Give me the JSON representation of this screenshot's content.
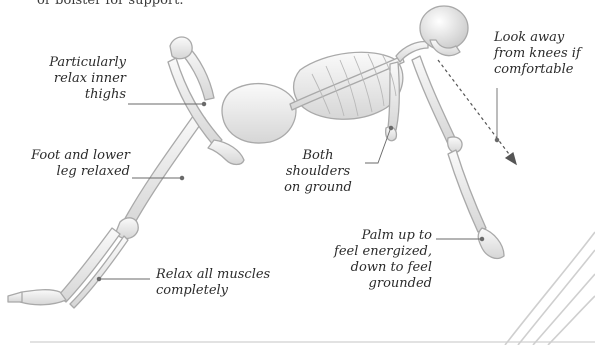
{
  "header_fragment": "or bolster for support.",
  "labels": {
    "inner_thighs": "Particularly\nrelax inner\nthighs",
    "foot_leg": "Foot and lower\nleg relaxed",
    "muscles": "Relax all muscles\ncompletely",
    "shoulders": "Both\nshoulders\non ground",
    "palm": "Palm up to\nfeel energized,\ndown to feel\ngrounded",
    "look_away": "Look away\nfrom knees if\ncomfortable"
  },
  "colors": {
    "bone_fill": "#ececec",
    "bone_stroke": "#a9a9a9",
    "leader": "#6a6a6a",
    "text": "#2b2b2b"
  },
  "icons": [
    "skeleton-illustration",
    "dashed-gaze-arrow-icon"
  ]
}
